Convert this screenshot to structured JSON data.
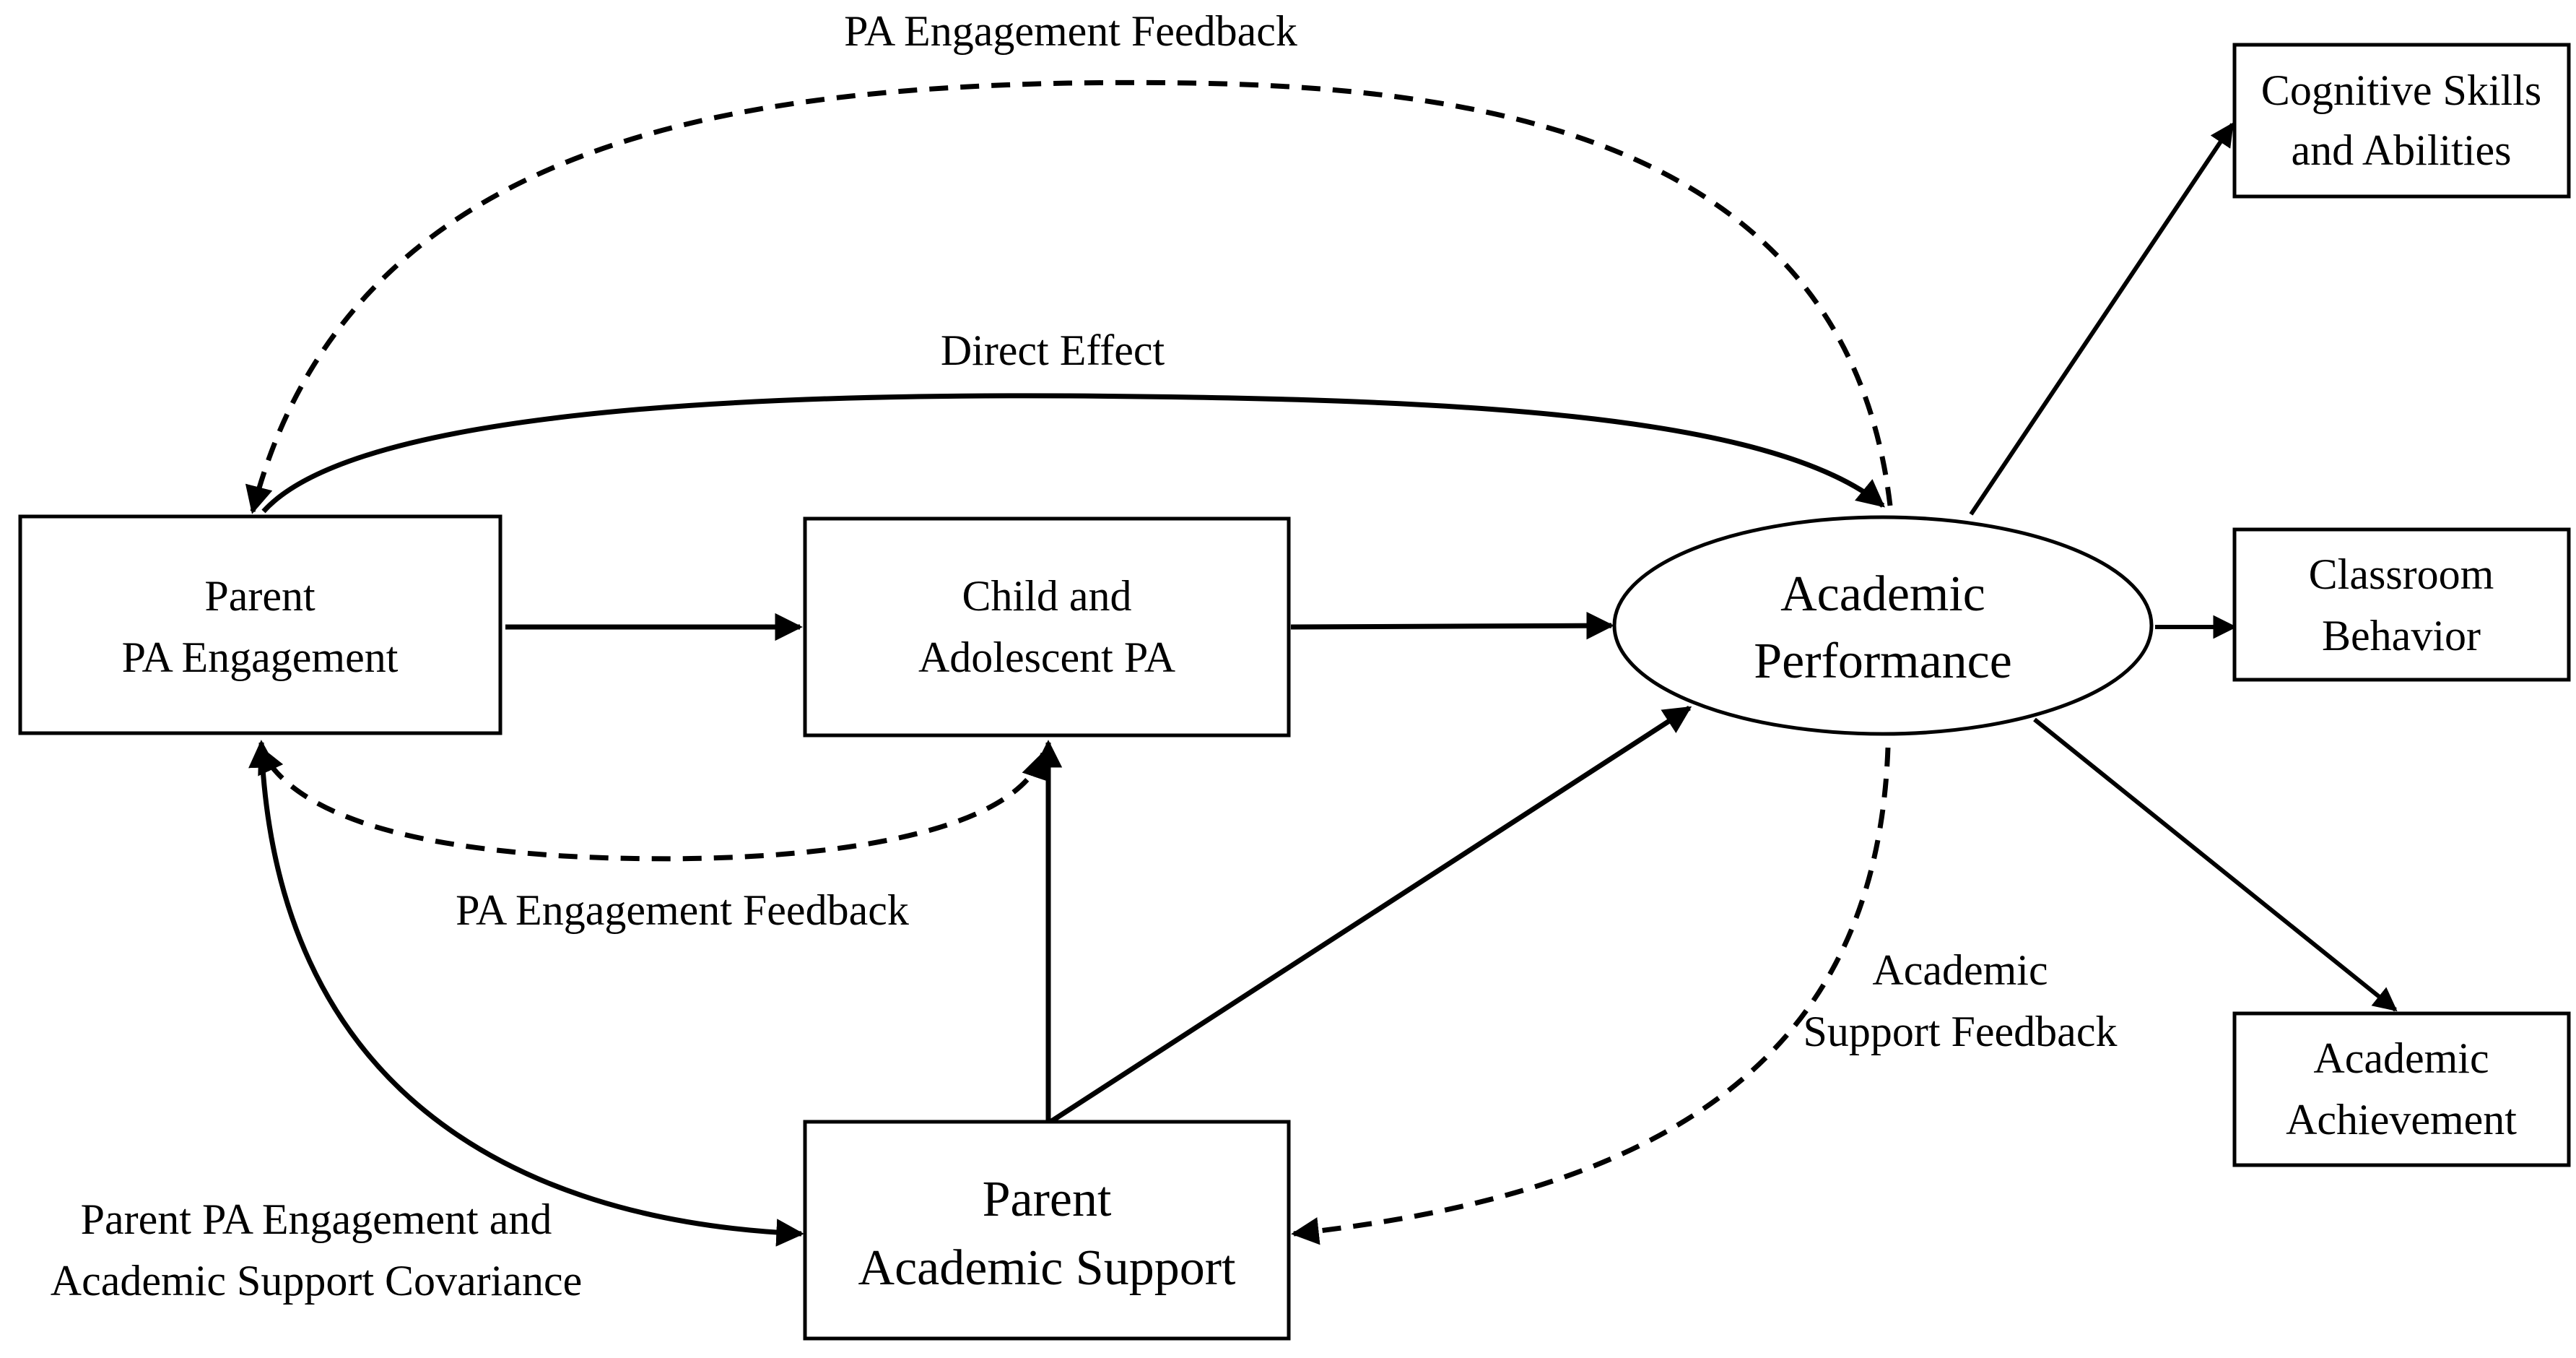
{
  "nodes": {
    "parent_pa_engagement": {
      "line1": "Parent",
      "line2": "PA Engagement"
    },
    "child_adolescent_pa": {
      "line1": "Child and",
      "line2": "Adolescent PA"
    },
    "academic_performance": {
      "line1": "Academic",
      "line2": "Performance"
    },
    "parent_academic_support": {
      "line1": "Parent",
      "line2": "Academic Support"
    },
    "cognitive_skills": {
      "line1": "Cognitive Skills",
      "line2": "and Abilities"
    },
    "classroom_behavior": {
      "line1": "Classroom",
      "line2": "Behavior"
    },
    "academic_achievement": {
      "line1": "Academic",
      "line2": "Achievement"
    }
  },
  "edge_labels": {
    "top_feedback": "PA Engagement Feedback",
    "direct_effect": "Direct Effect",
    "lower_feedback": "PA Engagement Feedback",
    "academic_support_feedback_line1": "Academic",
    "academic_support_feedback_line2": "Support Feedback",
    "covariance_line1": "Parent PA Engagement and",
    "covariance_line2": "Academic Support Covariance"
  }
}
